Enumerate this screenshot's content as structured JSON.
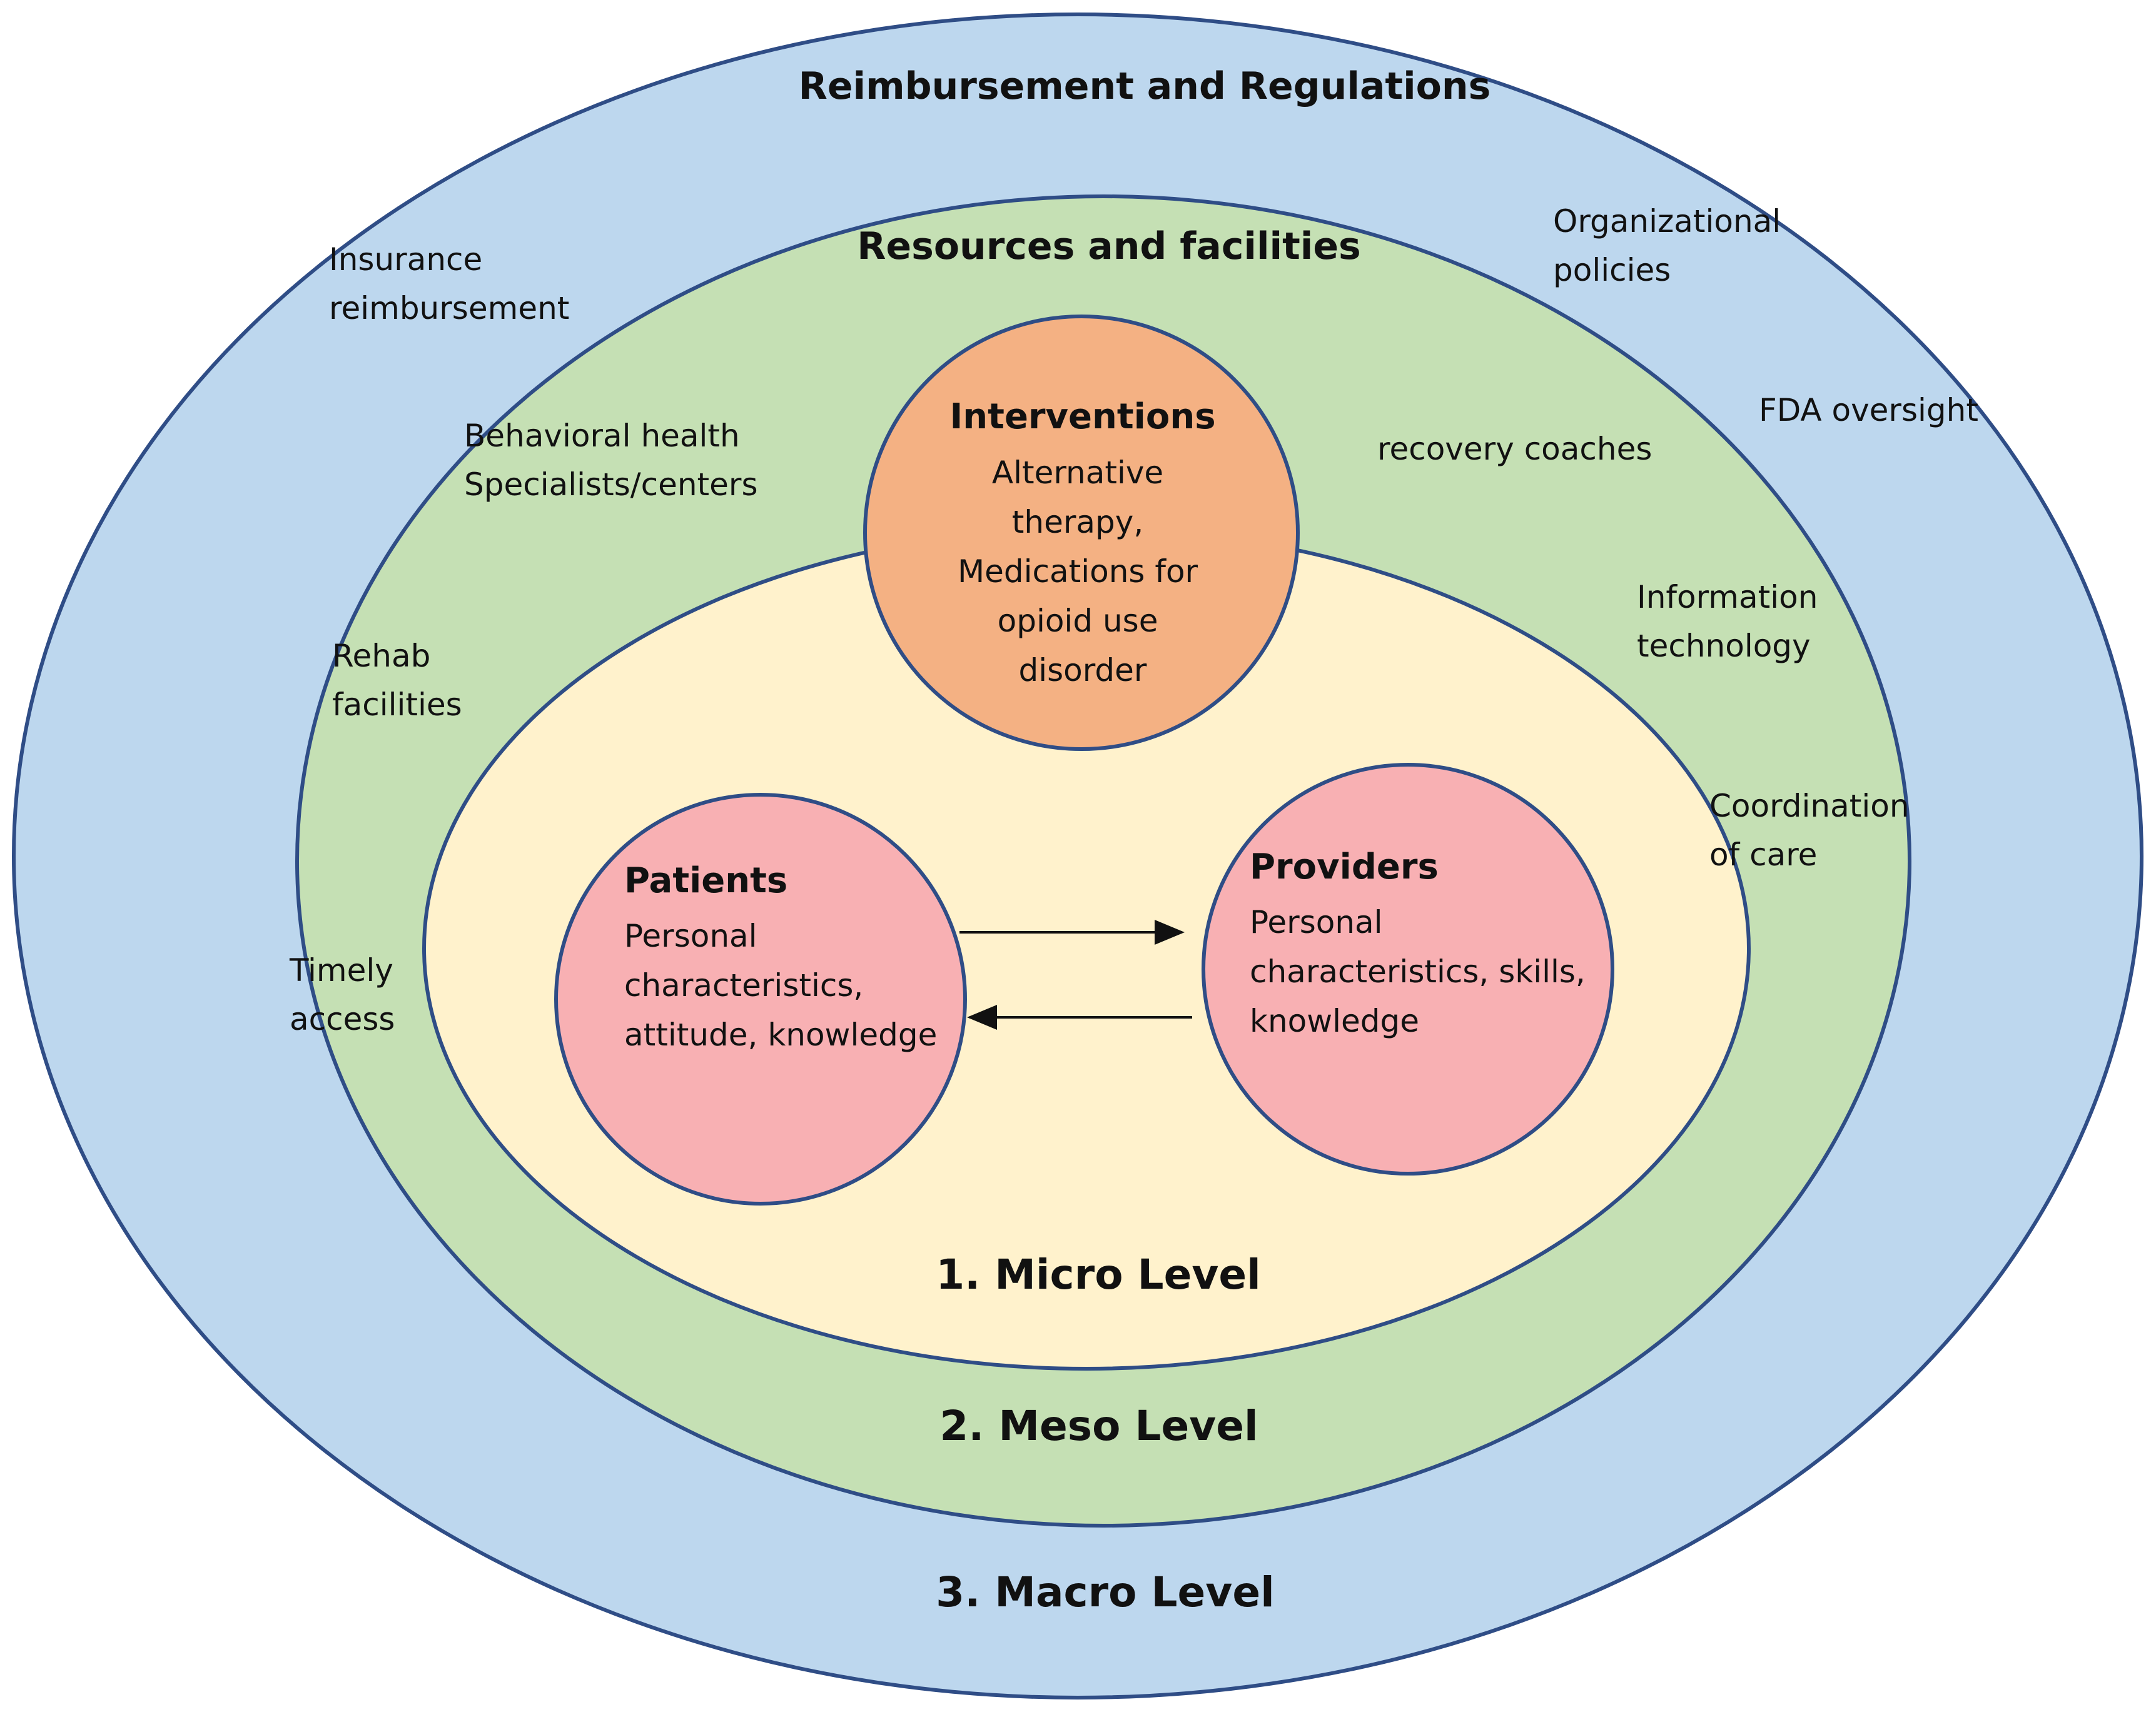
{
  "colors": {
    "macro_fill": "#bdd7ee",
    "meso_fill": "#c5e0b4",
    "micro_fill": "#fff2cc",
    "interventions_fill": "#f4b183",
    "actor_fill": "#f8b0b3",
    "outline": "#2f4d86",
    "text": "#111111"
  },
  "macro": {
    "title": "Reimbursement and Regulations",
    "level_label": "3. Macro Level",
    "factors": {
      "insurance": [
        "Insurance",
        "reimbursement"
      ],
      "organizational": [
        "Organizational",
        "policies"
      ],
      "fda": "FDA oversight"
    }
  },
  "meso": {
    "title": "Resources and facilities",
    "level_label": "2. Meso Level",
    "factors": {
      "behavioral": [
        "Behavioral health",
        "Specialists/centers"
      ],
      "recovery": "recovery coaches",
      "rehab": [
        "Rehab",
        "facilities"
      ],
      "info_tech": [
        "Information",
        "technology"
      ],
      "coordination": [
        "Coordination",
        "of care"
      ],
      "timely": [
        "Timely",
        "access"
      ]
    }
  },
  "micro": {
    "level_label": "1. Micro Level",
    "interventions": {
      "title": "Interventions",
      "lines": [
        "Alternative",
        "therapy,",
        "Medications for",
        "opioid use",
        "disorder"
      ]
    },
    "patients": {
      "title": "Patients",
      "lines": [
        "Personal",
        "characteristics,",
        "attitude, knowledge"
      ]
    },
    "providers": {
      "title": "Providers",
      "lines": [
        "Personal",
        "characteristics, skills,",
        "knowledge"
      ]
    }
  }
}
